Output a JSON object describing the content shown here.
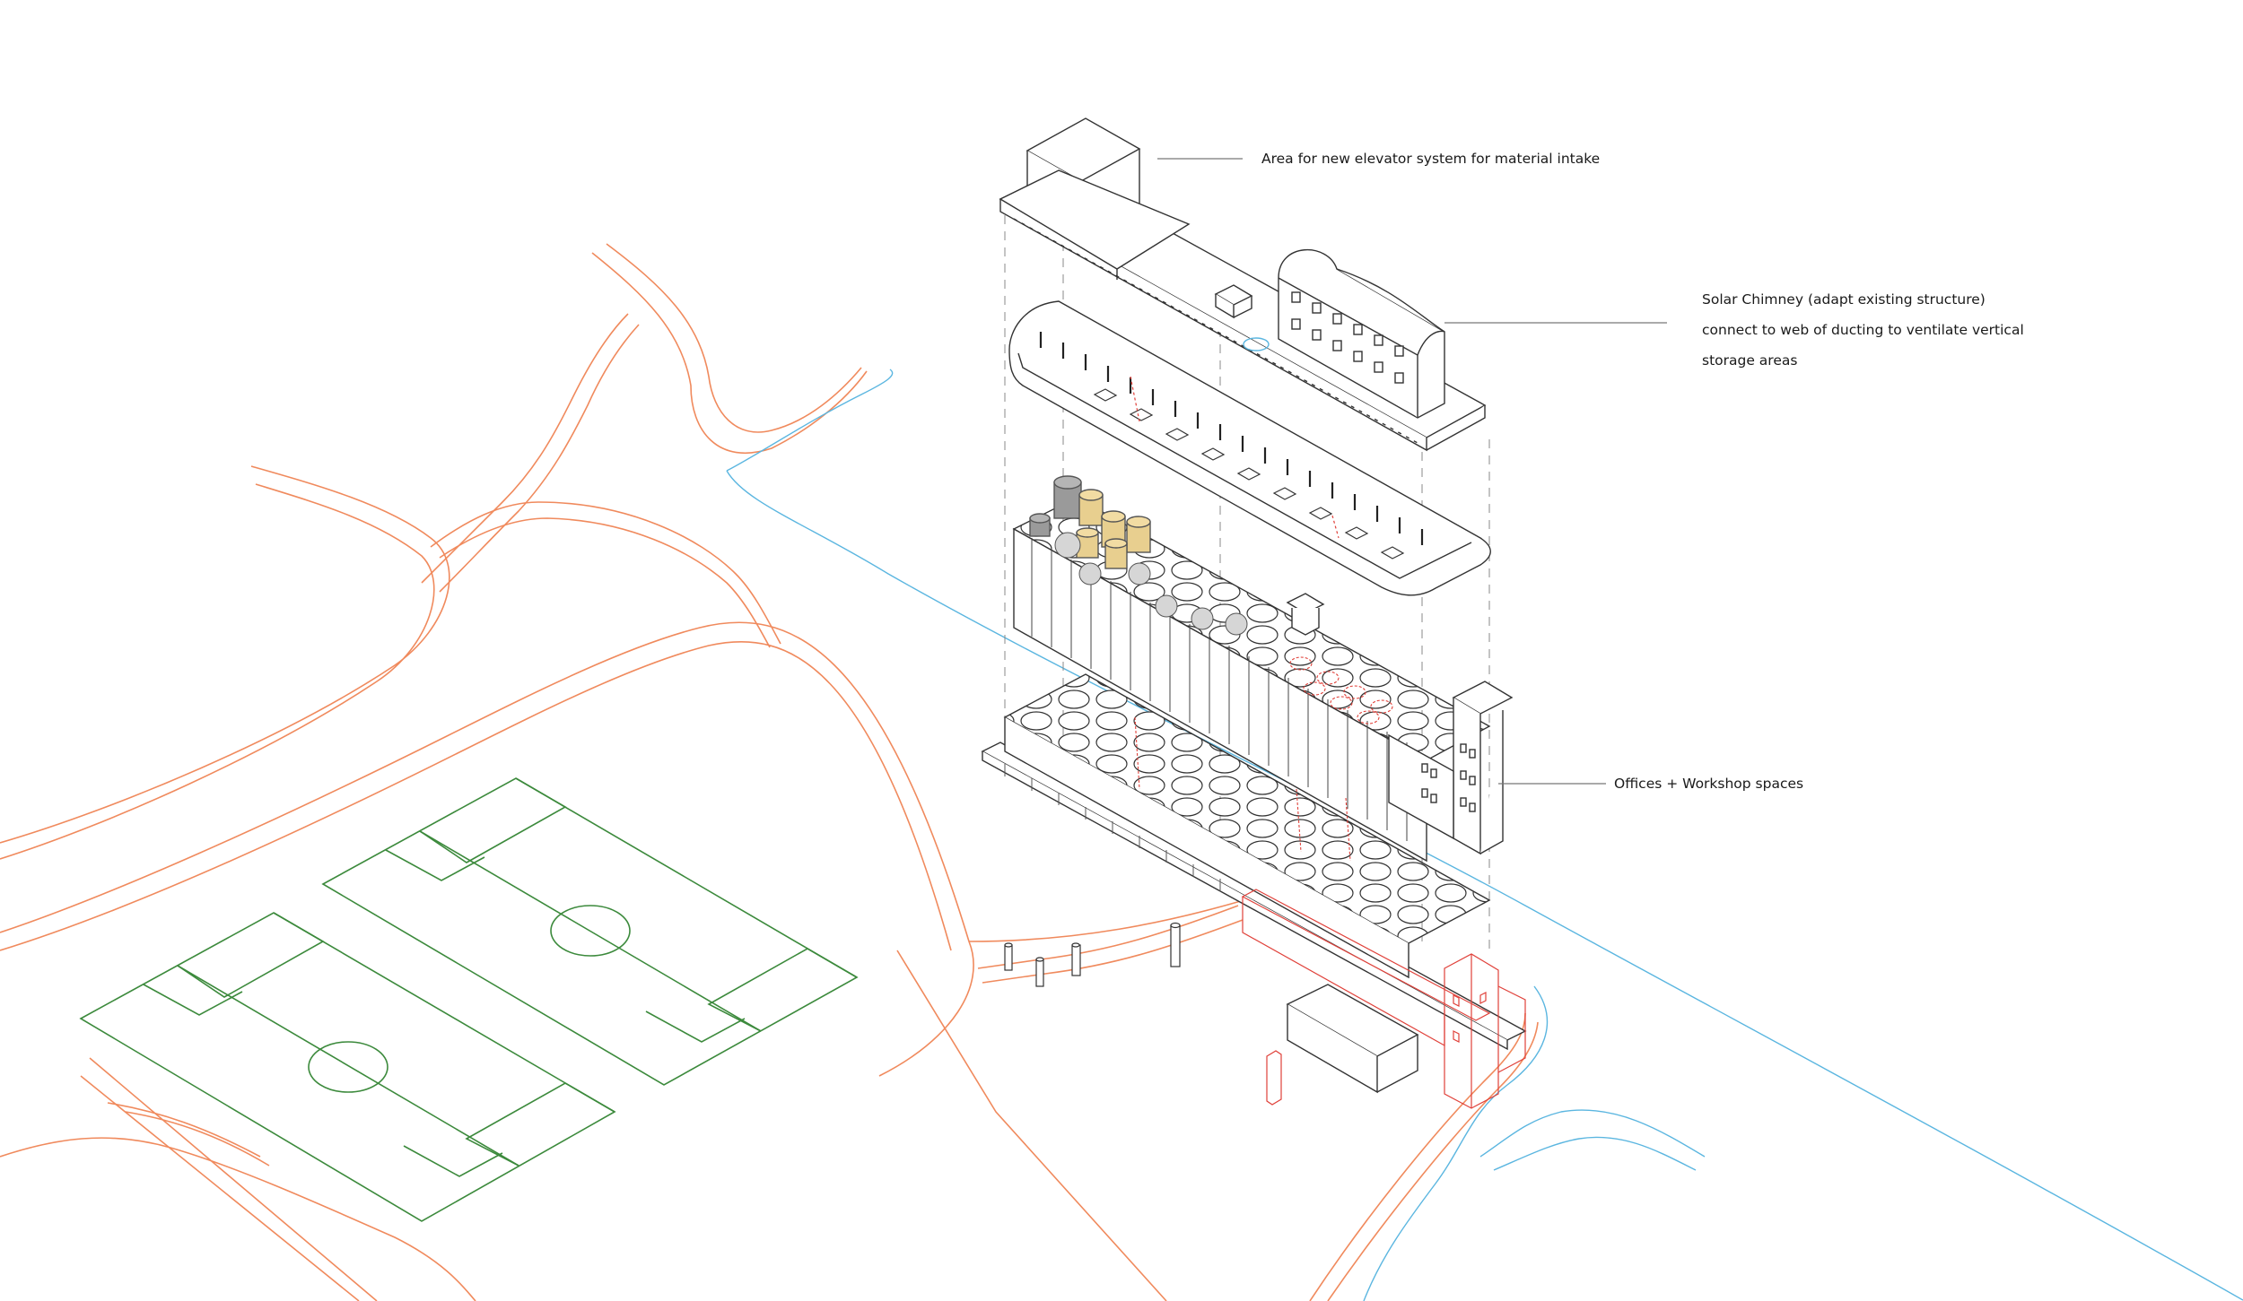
{
  "annotations": {
    "elevator": "Area for new elevator system for material intake",
    "solar_chimney": [
      "Solar Chimney (adapt existing structure)",
      "connect to web of ducting to ventilate vertical",
      "storage areas"
    ],
    "offices": "Offices + Workshop spaces"
  },
  "colors": {
    "roads": "#f08a5d",
    "pitches": "#3c8a3c",
    "river": "#5bb6e0",
    "building_line": "#333333",
    "storage_tanks": "#e8cf8f",
    "grey_tanks": "#9a9a9a",
    "ducting": "#e0413a",
    "leader_line": "#777777"
  }
}
